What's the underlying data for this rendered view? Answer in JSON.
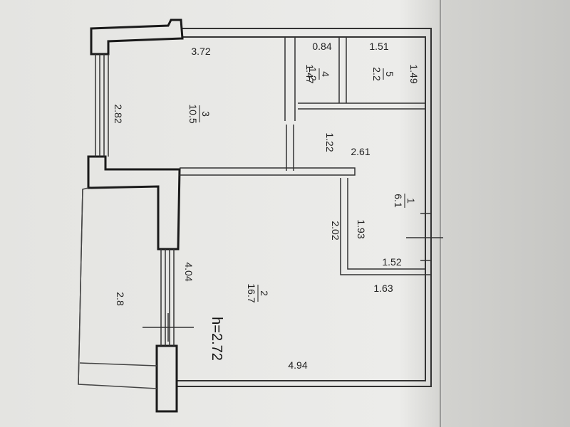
{
  "plan": {
    "ceiling_height": "h=2.72",
    "rooms": [
      {
        "number": "1",
        "area": "6.1"
      },
      {
        "number": "2",
        "area": "16.7"
      },
      {
        "number": "3",
        "area": "10.5"
      },
      {
        "number": "4",
        "area": "1.2"
      },
      {
        "number": "5",
        "area": "2.2"
      }
    ],
    "balcony_area": "2.8",
    "dims": {
      "d372": "3.72",
      "d084": "0.84",
      "d151": "1.51",
      "d147": "1.47",
      "d149": "1.49",
      "d282": "2.82",
      "d122": "1.22",
      "d261": "2.61",
      "d193": "1.93",
      "d202": "2.02",
      "d152": "1.52",
      "d163": "1.63",
      "d404": "4.04",
      "d494": "4.94"
    }
  },
  "colors": {
    "paper": "#e9e9e6",
    "wall": "#1a1a1a",
    "line": "#555555"
  }
}
